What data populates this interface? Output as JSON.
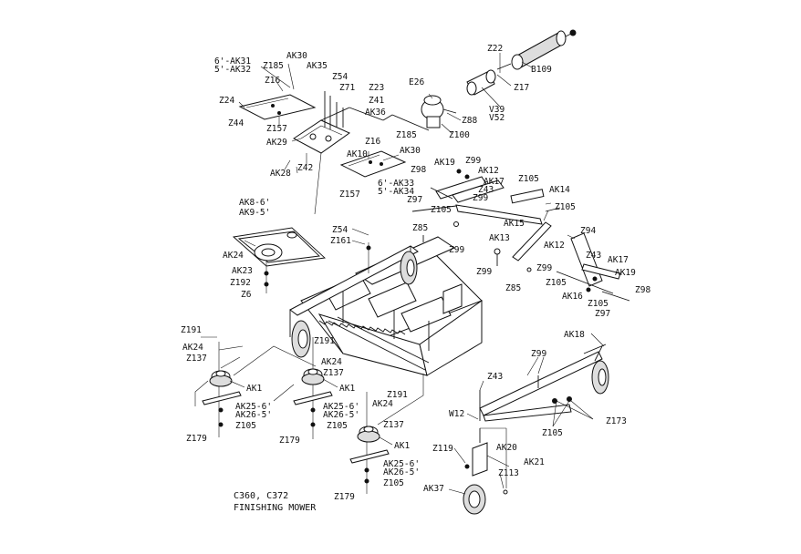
{
  "caption": {
    "line1": "C360, C372",
    "line2": "FINISHING MOWER"
  },
  "labels": {
    "AK31": "6'-AK31",
    "AK32": "5'-AK32",
    "AK30a": "AK30",
    "Z185a": "Z185",
    "Z16a": "Z16",
    "AK35": "AK35",
    "Z54a": "Z54",
    "Z71": "Z71",
    "Z23": "Z23",
    "Z41": "Z41",
    "AK36": "AK36",
    "Z24": "Z24",
    "Z44": "Z44",
    "Z157a": "Z157",
    "AK29": "AK29",
    "AK28": "AK28",
    "Z42": "Z42",
    "Z185b": "Z185",
    "Z16b": "Z16",
    "AK30b": "AK30",
    "AK10": "AK10",
    "AK33": "6'-AK33",
    "AK34": "5'-AK34",
    "Z157b": "Z157",
    "E26": "E26",
    "Z88": "Z88",
    "Z100": "Z100",
    "Z22": "Z22",
    "Z17": "Z17",
    "B109": "B109",
    "V39": "V39",
    "V52": "V52",
    "AK19a": "AK19",
    "Z99a": "Z99",
    "Z98a": "Z98",
    "AK12a": "AK12",
    "AK17a": "AK17",
    "Z43a": "Z43",
    "Z97a": "Z97",
    "Z99b": "Z99",
    "Z105a": "Z105",
    "AK14": "AK14",
    "Z105b": "Z105",
    "Z105c": "Z105",
    "Z85a": "Z85",
    "AK15": "AK15",
    "AK13": "AK13",
    "Z99c": "Z99",
    "Z94": "Z94",
    "AK12b": "AK12",
    "Z43b": "Z43",
    "AK17b": "AK17",
    "Z99d": "Z99",
    "AK19b": "AK19",
    "Z99e": "Z99",
    "Z105d": "Z105",
    "Z98b": "Z98",
    "AK16": "AK16",
    "Z105e": "Z105",
    "Z97b": "Z97",
    "Z85b": "Z85",
    "AK8": "AK8-6'",
    "AK9": "AK9-5'",
    "AK24a": "AK24",
    "AK23": "AK23",
    "Z192": "Z192",
    "Z6": "Z6",
    "Z54b": "Z54",
    "Z161": "Z161",
    "Z191a": "Z191",
    "AK24b": "AK24",
    "Z137a": "Z137",
    "AK1a": "AK1",
    "AK25a": "AK25-6'",
    "AK26a": "AK26-5'",
    "Z105f": "Z105",
    "Z179a": "Z179",
    "Z191b": "Z191",
    "AK24c": "AK24",
    "Z137b": "Z137",
    "AK1b": "AK1",
    "AK25b": "AK25-6'",
    "AK26b": "AK26-5'",
    "Z105g": "Z105",
    "Z179b": "Z179",
    "Z191c": "Z191",
    "AK24d": "AK24",
    "Z137c": "Z137",
    "AK1c": "AK1",
    "AK25c": "AK25-6'",
    "AK26c": "AK26-5'",
    "Z105h": "Z105",
    "Z179c": "Z179",
    "AK18": "AK18",
    "Z99f": "Z99",
    "Z43c": "Z43",
    "W12": "W12",
    "Z105i": "Z105",
    "Z173": "Z173",
    "AK20": "AK20",
    "AK21": "AK21",
    "Z119": "Z119",
    "Z113": "Z113",
    "AK37": "AK37"
  }
}
